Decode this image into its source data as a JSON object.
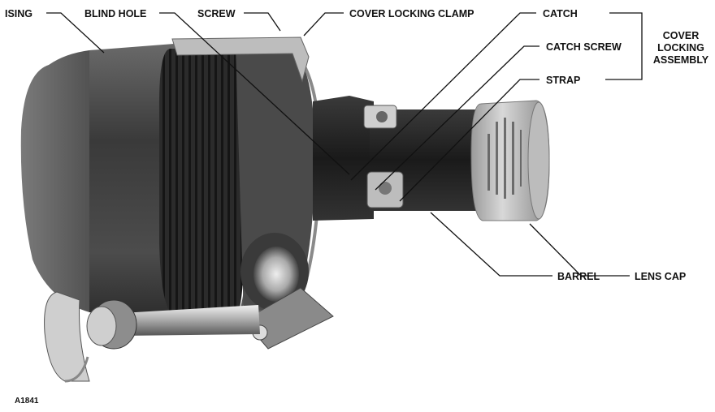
{
  "labels": {
    "housing": "ISING",
    "blind_hole": "BLIND HOLE",
    "screw": "SCREW",
    "cover_locking_clamp": "COVER LOCKING CLAMP",
    "catch": "CATCH",
    "catch_screw": "CATCH SCREW",
    "strap": "STRAP",
    "assembly_line1": "COVER",
    "assembly_line2": "LOCKING",
    "assembly_line3": "ASSEMBLY",
    "barrel": "BARREL",
    "lens_cap": "LENS CAP"
  },
  "figure_id": "A1841"
}
